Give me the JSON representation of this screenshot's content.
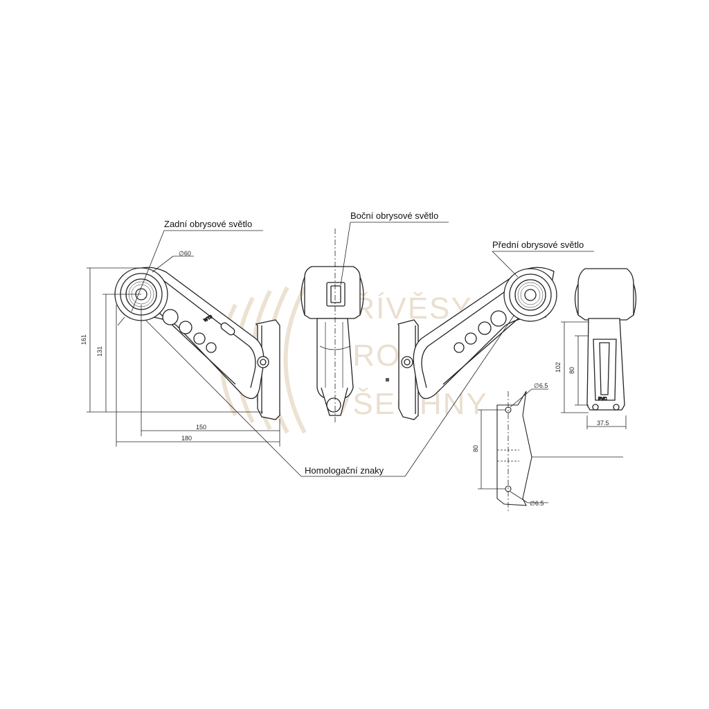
{
  "labels": {
    "rear": "Zadní obrysové světlo",
    "side": "Boční obrysové světlo",
    "front": "Přední obrysové světlo",
    "homologation": "Homologační znaky"
  },
  "dimensions": {
    "diameter": "∅60",
    "height_total": "161",
    "height_inner": "131",
    "width_inner": "150",
    "width_total": "180",
    "front_height": "102",
    "front_inner": "80",
    "front_width": "37.5",
    "hole_spacing": "80",
    "hole_top": "∅6.5",
    "hole_bottom": "∅6.5"
  },
  "marks": {
    "wt": "WT3",
    "pvc": "PVC"
  },
  "watermark": {
    "line1": "PŘÍVĚSY",
    "line2": "PRO",
    "line3": "VŠECHNY"
  },
  "colors": {
    "line": "#222222",
    "watermark": "#e8dccb"
  }
}
